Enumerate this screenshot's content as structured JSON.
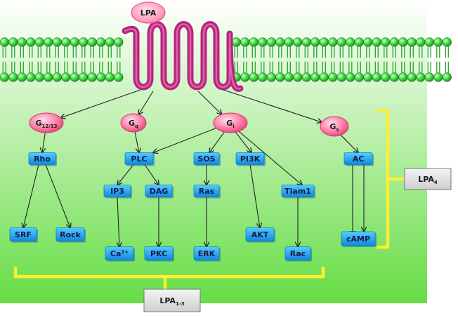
{
  "ligand": "LPA",
  "g_proteins": [
    {
      "id": "g1213",
      "base": "G",
      "sub": "12/13"
    },
    {
      "id": "gq",
      "base": "G",
      "sub": "q"
    },
    {
      "id": "gi",
      "base": "G",
      "sub": "i"
    },
    {
      "id": "gs",
      "base": "G",
      "sub": "s"
    }
  ],
  "nodes": [
    {
      "id": "rho",
      "label": "Rho"
    },
    {
      "id": "plc",
      "label": "PLC"
    },
    {
      "id": "sos",
      "label": "SOS"
    },
    {
      "id": "pi3k",
      "label": "PI3K"
    },
    {
      "id": "ac",
      "label": "AC"
    },
    {
      "id": "ip3",
      "label": "IP3"
    },
    {
      "id": "dag",
      "label": "DAG"
    },
    {
      "id": "ras",
      "label": "Ras"
    },
    {
      "id": "tiam1",
      "label": "Tiam1"
    },
    {
      "id": "srf",
      "label": "SRF"
    },
    {
      "id": "rock",
      "label": "Rock"
    },
    {
      "id": "ca",
      "label": "Ca",
      "sup": "2+"
    },
    {
      "id": "pkc",
      "label": "PKC"
    },
    {
      "id": "erk",
      "label": "ERK"
    },
    {
      "id": "akt",
      "label": "AKT"
    },
    {
      "id": "rac",
      "label": "Rac"
    },
    {
      "id": "camp",
      "label": "cAMP"
    }
  ],
  "receptor_groups": [
    {
      "id": "lpa13",
      "base": "LPA",
      "sub": "1-3"
    },
    {
      "id": "lpa4",
      "base": "LPA",
      "sub": "4"
    }
  ],
  "edges": [
    [
      "receptor",
      "g1213"
    ],
    [
      "receptor",
      "gq"
    ],
    [
      "receptor",
      "gi"
    ],
    [
      "receptor",
      "gs"
    ],
    [
      "g1213",
      "rho"
    ],
    [
      "gq",
      "plc"
    ],
    [
      "gi",
      "plc"
    ],
    [
      "gi",
      "sos"
    ],
    [
      "gi",
      "pi3k"
    ],
    [
      "gi",
      "tiam1"
    ],
    [
      "gs",
      "ac"
    ],
    [
      "rho",
      "srf"
    ],
    [
      "rho",
      "rock"
    ],
    [
      "plc",
      "ip3"
    ],
    [
      "plc",
      "dag"
    ],
    [
      "sos",
      "ras"
    ],
    [
      "ip3",
      "ca"
    ],
    [
      "dag",
      "pkc"
    ],
    [
      "ras",
      "erk"
    ],
    [
      "pi3k",
      "akt"
    ],
    [
      "tiam1",
      "rac"
    ],
    [
      "ac",
      "camp"
    ]
  ],
  "inhibitions": [
    [
      "camp",
      "ac"
    ]
  ],
  "colors": {
    "membrane_bead": "#33cc33",
    "receptor": "#a0106e",
    "g_protein": "#ff6f9a",
    "node_fill": "#22aaee",
    "bracket": "#ffee33",
    "background_top": "#ffffff",
    "background_bottom": "#66dd44"
  }
}
